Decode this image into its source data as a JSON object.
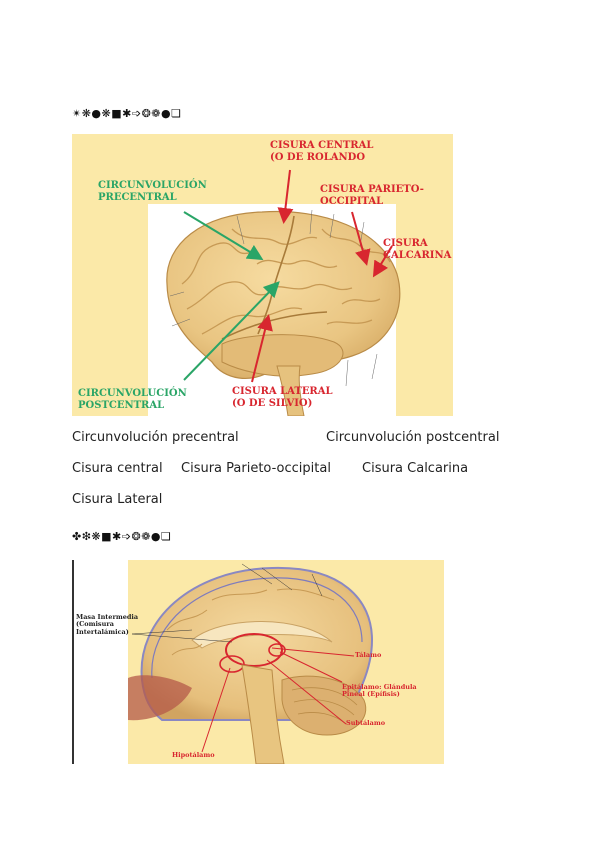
{
  "section1": {
    "heading_symbols": "✴❋●❋■✱➩❂❁●❏",
    "figure": {
      "labels": {
        "precentral": "CIRCUNVOLUCIÓN\nPRECENTRAL",
        "central": "CISURA CENTRAL\n(O DE ROLANDO",
        "parieto": "CISURA PARIETO-\nOCCIPITAL",
        "calcarina": "CISURA\nCALCARINA",
        "postcentral": "CIRCUNVOLUCIÓN\nPOSTCENTRAL",
        "lateral": "CISURA LATERAL\n(O DE SILVIO)"
      }
    },
    "captions": {
      "precentral": "Circunvolución precentral",
      "postcentral": "Circunvolución postcentral",
      "central": "Cisura central",
      "parieto": "Cisura Parieto-occipital",
      "calcarina": "Cisura Calcarina",
      "lateral": "Cisura Lateral"
    }
  },
  "section2": {
    "heading_symbols": "✤❇❋■✱➩❂❁●❏",
    "figure": {
      "labels": {
        "masa": "Masa Intermedia\n(Comisura\nIntertalámica)",
        "talamo": "Tálamo",
        "epitalamo": "Epitálamo: Glándula\nPineal (Epífisis)",
        "subtalamo": "Subtálamo",
        "hipotalamo": "Hipotálamo"
      }
    }
  },
  "colors": {
    "figure_background": "#fbe9a8",
    "green_label": "#2aa567",
    "red_label": "#d8262f"
  }
}
